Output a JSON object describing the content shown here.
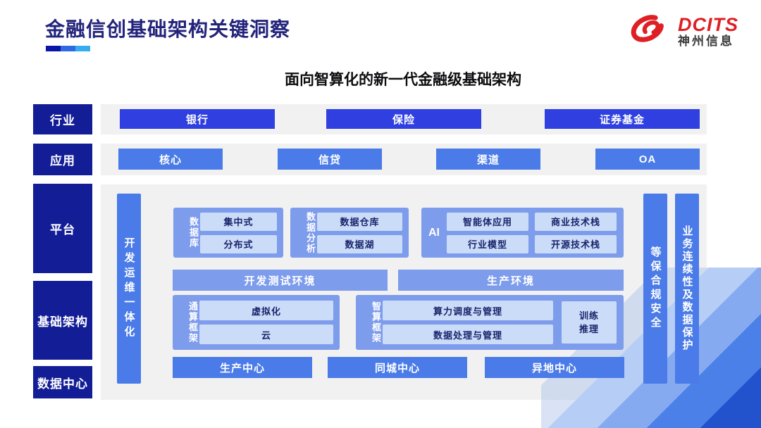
{
  "header": {
    "title": "金融信创基础架构关键洞察",
    "logo_brand": "DCITS",
    "logo_name": "神州信息"
  },
  "subtitle": "面向智算化的新一代金融级基础架构",
  "rows": {
    "industry": {
      "label": "行业",
      "items": [
        "银行",
        "保险",
        "证券基金"
      ]
    },
    "application": {
      "label": "应用",
      "items": [
        "核心",
        "信贷",
        "渠道",
        "OA"
      ]
    },
    "platform_label": "平台",
    "infrastructure_label": "基础架构",
    "datacenter_label": "数据中心"
  },
  "platform": {
    "devops_bar": "开发运维一体化",
    "database": {
      "label": "数据库",
      "items": [
        "集中式",
        "分布式"
      ]
    },
    "analytics": {
      "label": "数据分析",
      "items": [
        "数据仓库",
        "数据湖"
      ]
    },
    "ai": {
      "label": "AI",
      "items": [
        "智能体应用",
        "商业技术栈",
        "行业模型",
        "开源技术栈"
      ]
    },
    "environments": [
      "开发测试环境",
      "生产环境"
    ],
    "general_compute": {
      "label": "通算框架",
      "items": [
        "虚拟化",
        "云"
      ]
    },
    "intelligent_compute": {
      "label": "智算框架",
      "items": [
        "算力调度与管理",
        "数据处理与管理"
      ],
      "side_item": "训练\n推理"
    },
    "centers": [
      "生产中心",
      "同城中心",
      "异地中心"
    ],
    "security_bar": "等保合规安全",
    "continuity_bar": "业务连续性及数据保护"
  },
  "colors": {
    "title_navy": "#23237C",
    "label_navy": "#121D96",
    "industry_blue": "#2F3FE0",
    "mid_blue": "#4A7BE8",
    "container_blue": "#7E9CEC",
    "inner_light_blue": "#CBDCF9",
    "panel_gray": "#F1F1F2",
    "logo_red": "#DE2025"
  }
}
